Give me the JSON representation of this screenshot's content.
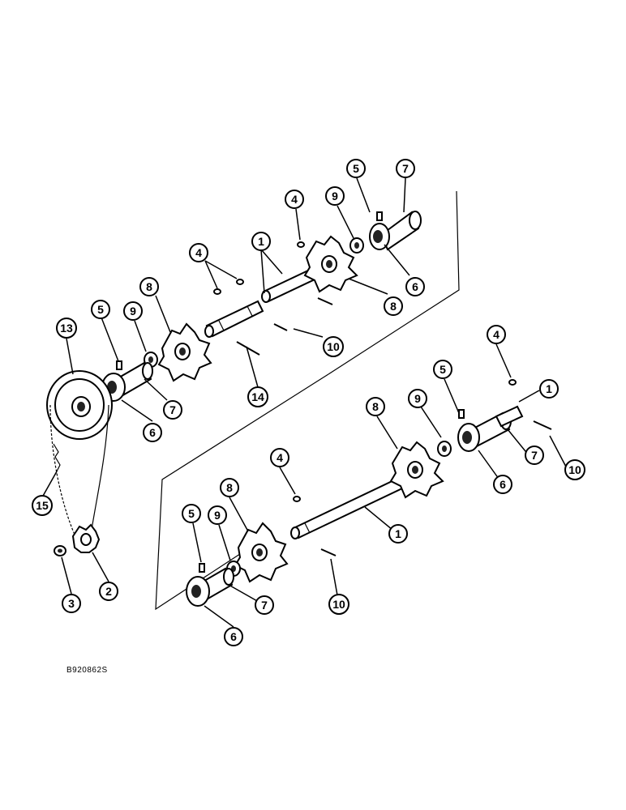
{
  "figure": {
    "reference_code": "B920862S"
  },
  "callouts": [
    {
      "id": "c1a",
      "label": "1"
    },
    {
      "id": "c4a",
      "label": "4"
    },
    {
      "id": "c4b",
      "label": "4"
    },
    {
      "id": "c9a",
      "label": "9"
    },
    {
      "id": "c5a",
      "label": "5"
    },
    {
      "id": "c7a",
      "label": "7"
    },
    {
      "id": "c8a",
      "label": "8"
    },
    {
      "id": "c8b",
      "label": "8"
    },
    {
      "id": "c6a",
      "label": "6"
    },
    {
      "id": "c10a",
      "label": "10"
    },
    {
      "id": "c14",
      "label": "14"
    },
    {
      "id": "c13",
      "label": "13"
    },
    {
      "id": "c5b",
      "label": "5"
    },
    {
      "id": "c9b",
      "label": "9"
    },
    {
      "id": "c7b",
      "label": "7"
    },
    {
      "id": "c6b",
      "label": "6"
    },
    {
      "id": "c15",
      "label": "15"
    },
    {
      "id": "c3",
      "label": "3"
    },
    {
      "id": "c2",
      "label": "2"
    },
    {
      "id": "c4c",
      "label": "4"
    },
    {
      "id": "c1b",
      "label": "1"
    },
    {
      "id": "c5c",
      "label": "5"
    },
    {
      "id": "c9c",
      "label": "9"
    },
    {
      "id": "c8c",
      "label": "8"
    },
    {
      "id": "c7c",
      "label": "7"
    },
    {
      "id": "c6c",
      "label": "6"
    },
    {
      "id": "c10b",
      "label": "10"
    },
    {
      "id": "c4d",
      "label": "4"
    },
    {
      "id": "c8d",
      "label": "8"
    },
    {
      "id": "c5d",
      "label": "5"
    },
    {
      "id": "c9d",
      "label": "9"
    },
    {
      "id": "c1c",
      "label": "1"
    },
    {
      "id": "c10c",
      "label": "10"
    },
    {
      "id": "c7d",
      "label": "7"
    },
    {
      "id": "c6d",
      "label": "6"
    },
    {
      "id": "c10d",
      "label": "10"
    }
  ]
}
